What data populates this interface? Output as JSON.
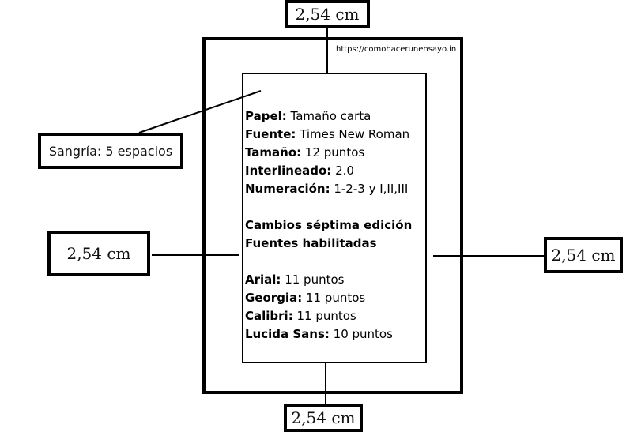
{
  "url": "https://comohacerunensayo.in",
  "margins": {
    "top": "2,54 cm",
    "left": "2,54 cm",
    "right": "2,54 cm",
    "bottom": "2,54 cm"
  },
  "indent_label": "Sangría: 5 espacios",
  "specs": [
    {
      "key": "Papel:",
      "value": " Tamaño carta"
    },
    {
      "key": "Fuente:",
      "value": " Times New Roman"
    },
    {
      "key": "Tamaño:",
      "value": " 12 puntos"
    },
    {
      "key": "Interlineado:",
      "value": " 2.0"
    },
    {
      "key": "Numeración:",
      "value": " 1-2-3 y I,II,III"
    }
  ],
  "seventh_edition": {
    "heading1": "Cambios séptima edición",
    "heading2": "Fuentes habilitadas"
  },
  "fonts": [
    {
      "key": "Arial:",
      "value": " 11 puntos"
    },
    {
      "key": "Georgia:",
      "value": " 11 puntos"
    },
    {
      "key": "Calibri:",
      "value": " 11 puntos"
    },
    {
      "key": "Lucida Sans:",
      "value": " 10 puntos"
    }
  ]
}
